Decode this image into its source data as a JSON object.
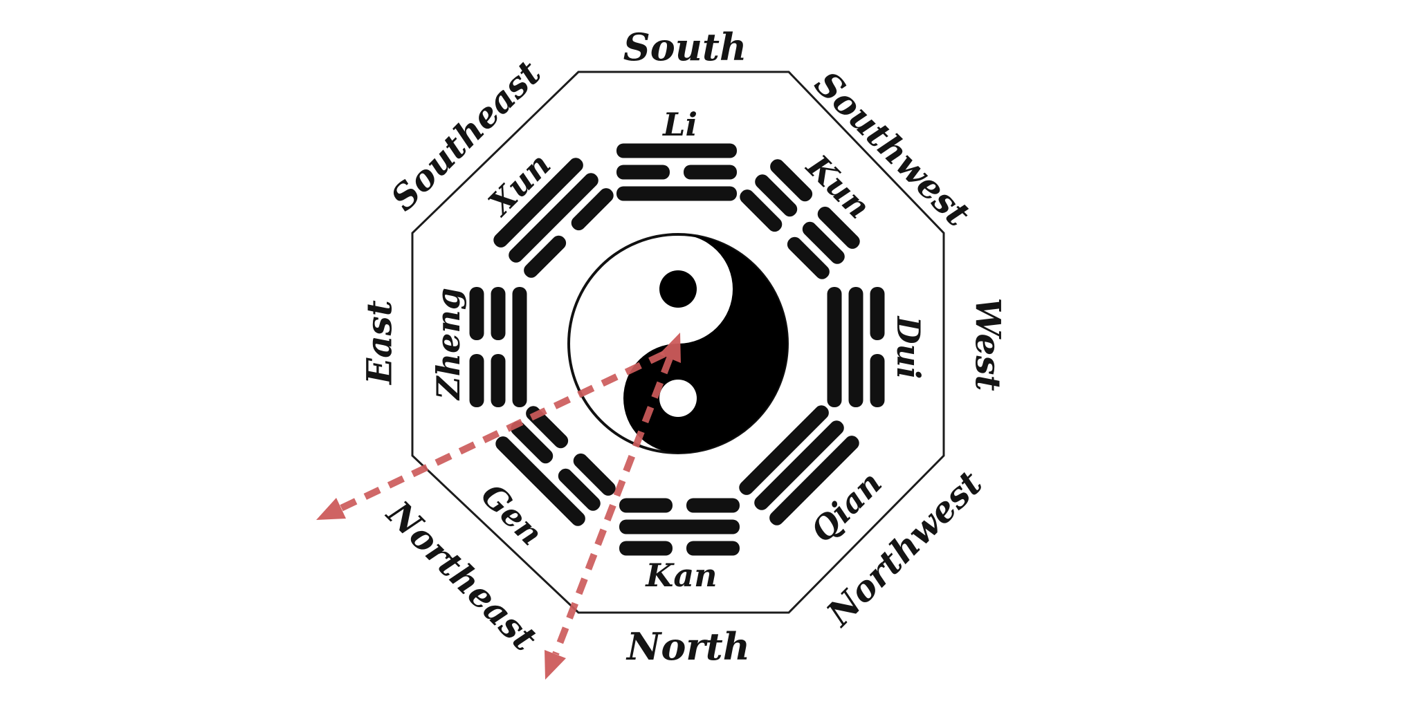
{
  "figure": {
    "description": "Bagua eight-trigram compass diagram with central yin-yang and red dashed direction arrows",
    "background_color": "#ffffff",
    "ink_color": "#141414",
    "accent_red": "#cc5b5b"
  },
  "compass": {
    "south": "South",
    "southwest": "Southwest",
    "west": "West",
    "northwest": "Northwest",
    "north": "North",
    "northeast": "Northeast",
    "east": "East",
    "southeast": "Southeast"
  },
  "trigrams": {
    "li": {
      "name": "Li",
      "compass": "South",
      "lines_outer_to_inner": [
        "solid",
        "broken",
        "solid"
      ]
    },
    "kun": {
      "name": "Kun",
      "compass": "Southwest",
      "lines_outer_to_inner": [
        "broken",
        "broken",
        "broken"
      ]
    },
    "dui": {
      "name": "Dui",
      "compass": "West",
      "lines_outer_to_inner": [
        "broken",
        "solid",
        "solid"
      ]
    },
    "qian": {
      "name": "Qian",
      "compass": "Northwest",
      "lines_outer_to_inner": [
        "solid",
        "solid",
        "solid"
      ]
    },
    "kan": {
      "name": "Kan",
      "compass": "North",
      "lines_outer_to_inner": [
        "broken",
        "solid",
        "broken"
      ]
    },
    "gen": {
      "name": "Gen",
      "compass": "Northeast",
      "lines_outer_to_inner": [
        "solid",
        "broken",
        "broken"
      ]
    },
    "zheng": {
      "name": "Zheng",
      "compass": "East",
      "lines_outer_to_inner": [
        "broken",
        "broken",
        "solid"
      ]
    },
    "xun": {
      "name": "Xun",
      "compass": "Southeast",
      "lines_outer_to_inner": [
        "solid",
        "solid",
        "broken"
      ]
    }
  },
  "center_symbol": {
    "name": "yin-yang",
    "yin_color": "#000000",
    "yang_color": "#ffffff",
    "outline_color": "#111111"
  },
  "arrows": {
    "style": "dashed",
    "color": "#cc5b5b",
    "items": [
      {
        "name": "center-to-bottom",
        "heads": "both ends",
        "direction": "from yin-yang center down toward North edge"
      },
      {
        "name": "center-to-lower-left",
        "heads": "far end",
        "direction": "from yin-yang center toward lower left"
      }
    ]
  }
}
